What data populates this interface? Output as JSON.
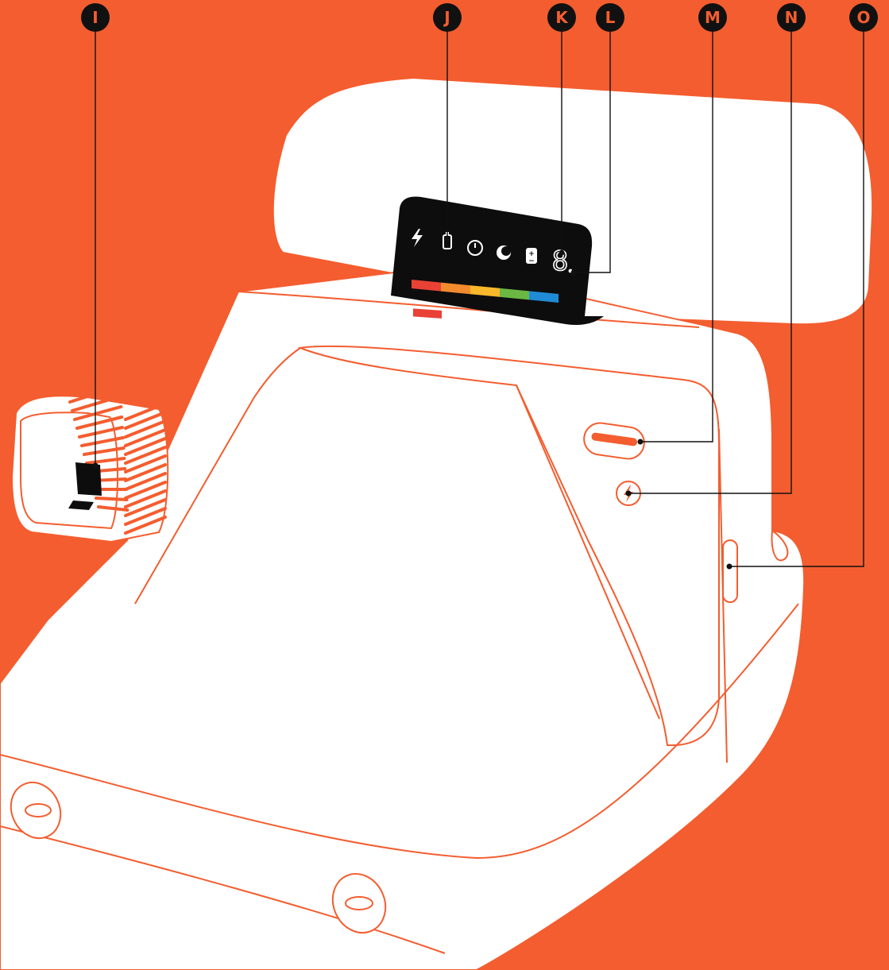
{
  "callouts": [
    {
      "id": "I",
      "label": "I"
    },
    {
      "id": "J",
      "label": "J"
    },
    {
      "id": "K",
      "label": "K"
    },
    {
      "id": "L",
      "label": "L"
    },
    {
      "id": "M",
      "label": "M"
    },
    {
      "id": "N",
      "label": "N"
    },
    {
      "id": "O",
      "label": "O"
    }
  ],
  "display": {
    "icons": [
      "flash-icon",
      "battery-icon",
      "self-timer-icon",
      "exposure-icon",
      "exposure-compensation-icon"
    ],
    "counter_digit": "8"
  },
  "colors": {
    "background": "#f45d2f",
    "camera_body": "#ffffff",
    "outline": "#f45d2f",
    "display_panel": "#0d0d0d",
    "rainbow": [
      "#e94135",
      "#f28a2e",
      "#f9b72b",
      "#6ab843",
      "#1f8bd6"
    ]
  }
}
